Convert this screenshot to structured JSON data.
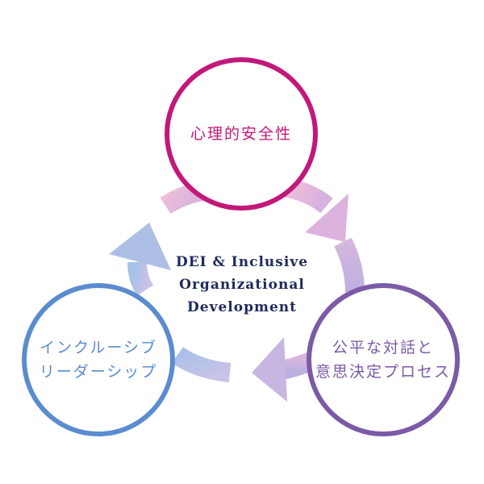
{
  "center": {
    "lines": [
      "DEI & Inclusive",
      "Organizational",
      "Development"
    ],
    "color": "#1e2a5a"
  },
  "nodes": [
    {
      "id": "psychological-safety",
      "lines": [
        "心理的安全性"
      ],
      "color": "#c2187a"
    },
    {
      "id": "fair-dialogue",
      "lines": [
        "公平な対話と",
        "意思決定プロセス"
      ],
      "color": "#7b5aa6"
    },
    {
      "id": "inclusive-leadership",
      "lines": [
        "インクルーシブ",
        "リーダーシップ"
      ],
      "color": "#5b8ccf"
    }
  ],
  "arrows": {
    "top_right": "#dcb3dd",
    "right": "#c8b6e2",
    "left": "#aebfe6"
  }
}
